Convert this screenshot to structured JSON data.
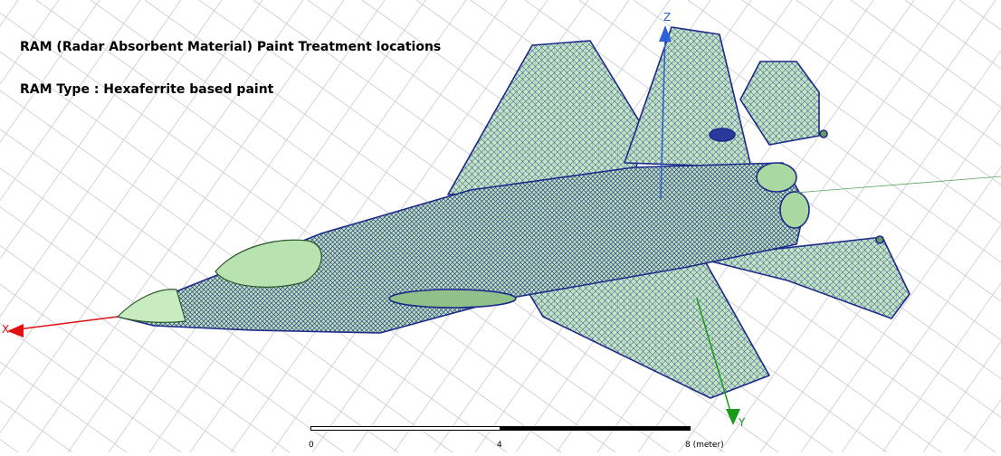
{
  "annotations": {
    "line1": "RAM (Radar Absorbent Material) Paint Treatment locations",
    "line2": "RAM Type : Hexaferrite based paint"
  },
  "axes": {
    "x_label": "X",
    "y_label": "Y",
    "z_label": "Z",
    "x_color": "#e01010",
    "y_color": "#1a9a1a",
    "z_color": "#2a60d8"
  },
  "scale_bar": {
    "tick_0": "0",
    "tick_mid": "4",
    "tick_end": "8 (meter)"
  },
  "colors": {
    "grid": "#c9c9d4",
    "mesh": "#1d2a8a",
    "fill": "#c8ecc0"
  },
  "icons": {
    "model": "aircraft-mesh-model"
  }
}
